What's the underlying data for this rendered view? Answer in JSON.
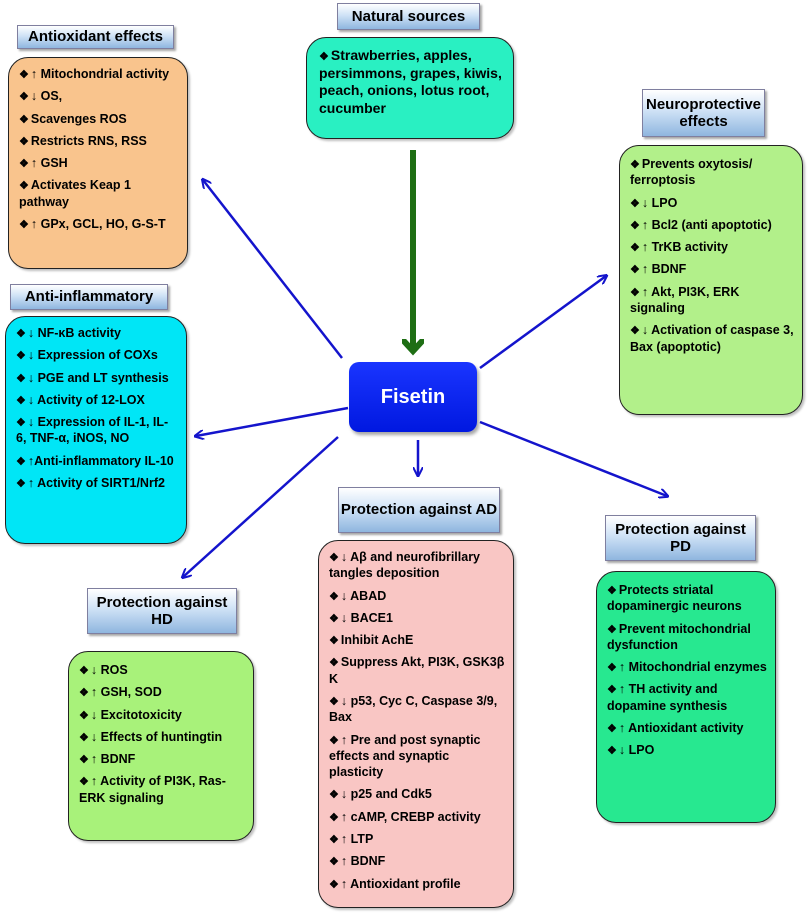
{
  "center": {
    "label": "Fisetin"
  },
  "natural_sources": {
    "header": "Natural sources",
    "items": [
      "Strawberries, apples, persimmons, grapes, kiwis, peach, onions, lotus root, cucumber"
    ]
  },
  "antioxidant": {
    "header": "Antioxidant effects",
    "items": [
      "↑ Mitochondrial activity",
      "↓ OS,",
      "Scavenges ROS",
      "Restricts RNS, RSS",
      "↑ GSH",
      "Activates Keap 1 pathway",
      "↑ GPx, GCL, HO, G-S-T"
    ]
  },
  "anti_inflammatory": {
    "header": "Anti-inflammatory",
    "items": [
      "↓ NF-κB activity",
      "↓ Expression of COXs",
      "↓ PGE and LT synthesis",
      "↓ Activity of 12-LOX",
      "↓ Expression of IL-1, IL-6, TNF-α, iNOS, NO",
      "↑Anti-inflammatory IL-10",
      "↑ Activity of SIRT1/Nrf2"
    ]
  },
  "neuroprotective": {
    "header": "Neuroprotective effects",
    "items": [
      "Prevents oxytosis/ ferroptosis",
      "↓ LPO",
      "↑ Bcl2 (anti apoptotic)",
      "↑ TrKB activity",
      "↑ BDNF",
      "↑ Akt, PI3K, ERK signaling",
      "↓ Activation of caspase 3, Bax (apoptotic)"
    ]
  },
  "hd": {
    "header": "Protection against HD",
    "items": [
      "↓ ROS",
      "↑ GSH, SOD",
      "↓ Excitotoxicity",
      "↓ Effects of huntingtin",
      "↑ BDNF",
      "↑ Activity of PI3K, Ras-ERK signaling"
    ]
  },
  "ad": {
    "header": "Protection against AD",
    "items": [
      "↓ Aβ and neurofibrillary tangles deposition",
      "↓ ABAD",
      "↓ BACE1",
      "Inhibit AchE",
      "Suppress Akt, PI3K, GSK3β K",
      "↓ p53,  Cyc C, Caspase 3/9, Bax",
      "↑ Pre and post synaptic effects and synaptic plasticity",
      "↓ p25 and Cdk5",
      "↑ cAMP, CREBP activity",
      "↑ LTP",
      "↑ BDNF",
      "↑ Antioxidant profile"
    ]
  },
  "pd": {
    "header": "Protection against PD",
    "items": [
      "Protects striatal dopaminergic neurons",
      "Prevent mitochondrial dysfunction",
      "↑ Mitochondrial enzymes",
      "↑ TH activity and dopamine synthesis",
      "↑ Antioxidant activity",
      "↓ LPO"
    ]
  },
  "colors": {
    "antioxidant": "#f9c48d",
    "anti_inflammatory": "#00e6f6",
    "neuroprotective": "#b2f08a",
    "hd": "#a8f27a",
    "ad": "#f9c6c4",
    "pd": "#27e890",
    "natural_sources": "#29f0c2",
    "center": "#0a24f5",
    "arrow_blue": "#1414cc",
    "arrow_green": "#1e6e14"
  }
}
